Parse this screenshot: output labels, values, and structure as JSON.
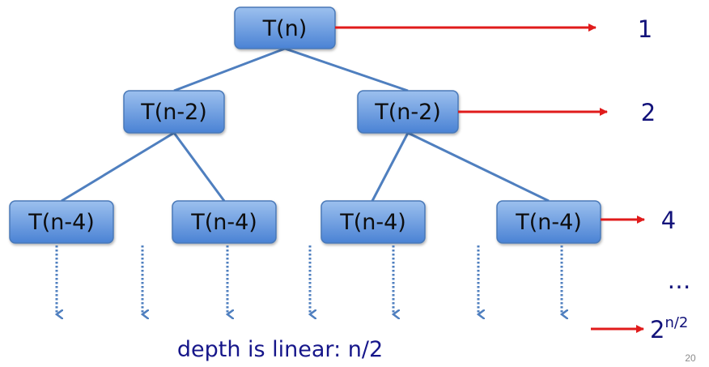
{
  "nodes": {
    "root": "T(n)",
    "left": "T(n-2)",
    "right": "T(n-2)",
    "ll": "T(n-4)",
    "lr": "T(n-4)",
    "rl": "T(n-4)",
    "rr": "T(n-4)"
  },
  "counts": {
    "level0": "1",
    "level1": "2",
    "level2": "4",
    "ellipsis": "…",
    "final_base": "2",
    "final_exp": "n/2"
  },
  "caption": "depth is linear: n/2",
  "page_number": "20",
  "colors": {
    "node_fill_top": "#8db4e8",
    "node_fill_bottom": "#4f86d6",
    "edge": "#4f7fbf",
    "arrow": "#e01b1b",
    "dotted": "#4f7fbf",
    "count_text": "#12127a"
  }
}
